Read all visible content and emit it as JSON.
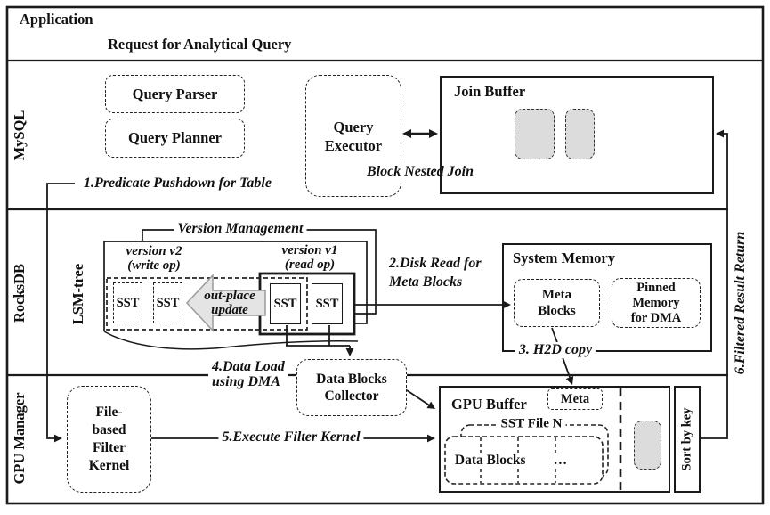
{
  "colors": {
    "line": "#1a1a1a",
    "gray_fill": "#dcdcdc",
    "arrow_fill": "#e4e4e4"
  },
  "application": {
    "title": "Application",
    "request": "Request for Analytical Query"
  },
  "lanes": {
    "mysql": "MySQL",
    "rocksdb": "RocksDB",
    "gpu": "GPU Manager"
  },
  "mysql": {
    "query_parser": "Query Parser",
    "query_planner": "Query Planner",
    "query_executor": "Query\nExecutor",
    "join_buffer": "Join Buffer",
    "block_nested_join": "Block Nested Join",
    "step1": "1.Predicate Pushdown for Table"
  },
  "rocksdb": {
    "lsm_tree": "LSM-tree",
    "version_management": "Version Management",
    "version_v2": "version v2\n(write op)",
    "version_v1": "version v1\n(read op)",
    "sst": "SST",
    "out_place_update": "out-place\nupdate",
    "step2": "2.Disk Read for\nMeta Blocks",
    "system_memory": "System Memory",
    "meta_blocks": "Meta\nBlocks",
    "pinned_memory": "Pinned\nMemory\nfor DMA",
    "step3": "3. H2D copy",
    "step4": "4.Data Load\nusing DMA",
    "data_blocks_collector": "Data Blocks\nCollector"
  },
  "gpu": {
    "filter_kernel": "File-\nbased\nFilter\nKernel",
    "step5": "5.Execute Filter Kernel",
    "gpu_buffer": "GPU Buffer",
    "meta": "Meta",
    "sst_file_n": "SST File N",
    "data_blocks": "Data Blocks  …",
    "sort_by_key": "Sort by key",
    "step6": "6.Filtered Result Return"
  }
}
